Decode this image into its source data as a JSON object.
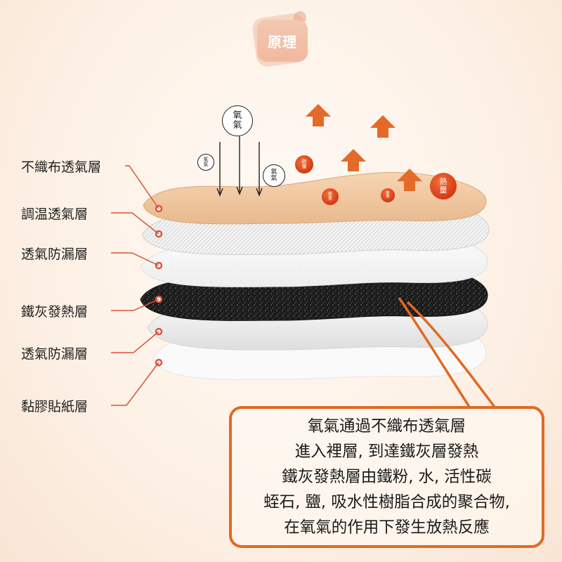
{
  "badge": {
    "title": "原理"
  },
  "layers": [
    {
      "label": "不織布透氣層"
    },
    {
      "label": "調温透氣層"
    },
    {
      "label": "透氣防漏層"
    },
    {
      "label": "鐵灰發熱層"
    },
    {
      "label": "透氣防漏層"
    },
    {
      "label": "黏膠貼紙層"
    }
  ],
  "oxygen_labels": [
    "氧氣",
    "氧氣",
    "氧氣"
  ],
  "heat_labels": [
    "熱量",
    "熱量",
    "熱量",
    "熱量"
  ],
  "explanation": {
    "lines": [
      "氧氣通過不織布透氣層",
      "進入裡層, 到達鐵灰層發熱",
      "鐵灰發熱層由鐵粉, 水, 活性碳",
      "蛭石, 鹽, 吸水性樹脂合成的聚合物,",
      "在氧氣的作用下發生放熱反應"
    ]
  },
  "colors": {
    "accent": "#e06a22",
    "leader": "#d8553a",
    "top_layer": "#f0c79f",
    "heat": "#d63a14"
  }
}
